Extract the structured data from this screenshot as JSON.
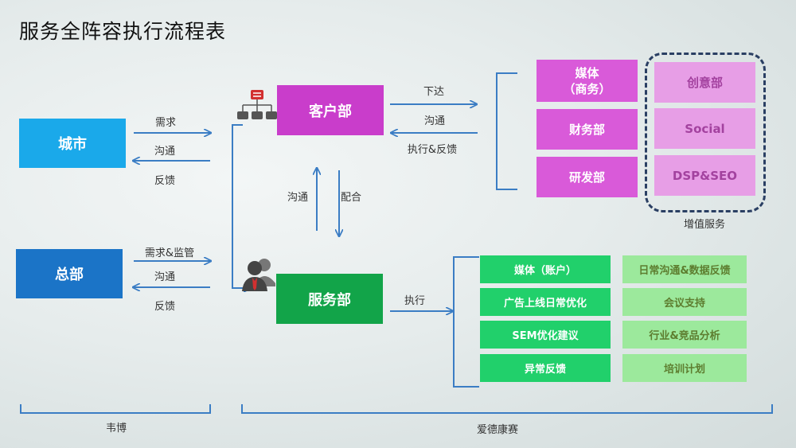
{
  "title": "服务全阵容执行流程表",
  "left": {
    "city": "城市",
    "hq": "总部",
    "city_labels": [
      "需求",
      "沟通",
      "反馈"
    ],
    "hq_labels": [
      "需求&监管",
      "沟通",
      "反馈"
    ]
  },
  "center": {
    "client_dept": "客户部",
    "service_dept": "服务部",
    "mid_labels": [
      "沟通",
      "配合"
    ],
    "client_labels": [
      "下达",
      "沟通",
      "执行&反馈"
    ],
    "service_label": "执行"
  },
  "right": {
    "magenta_items": [
      "媒体\n（商务）",
      "财务部",
      "研发部"
    ],
    "value_items": [
      "创意部",
      "Social",
      "DSP&SEO"
    ],
    "value_caption": "增值服务",
    "green_left": [
      "媒体（账户）",
      "广告上线日常优化",
      "SEM优化建议",
      "异常反馈"
    ],
    "green_right": [
      "日常沟通&数据反馈",
      "会议支持",
      "行业&竞品分析",
      "培训计划"
    ]
  },
  "bottom": {
    "left_caption": "韦博",
    "right_caption": "爱德康赛"
  },
  "colors": {
    "city": "#1aa9ea",
    "hq": "#1b74c7",
    "client": "#c93dcb",
    "service": "#12a449",
    "magenta": "#d95ad9",
    "light_magenta": "#e79ee6",
    "green": "#21d06b",
    "light_green": "#9ce99c",
    "arrow": "#3b7dc4",
    "dashed_border": "#2a3f63"
  },
  "icons": [
    "org-chart-icon",
    "team-icon"
  ]
}
